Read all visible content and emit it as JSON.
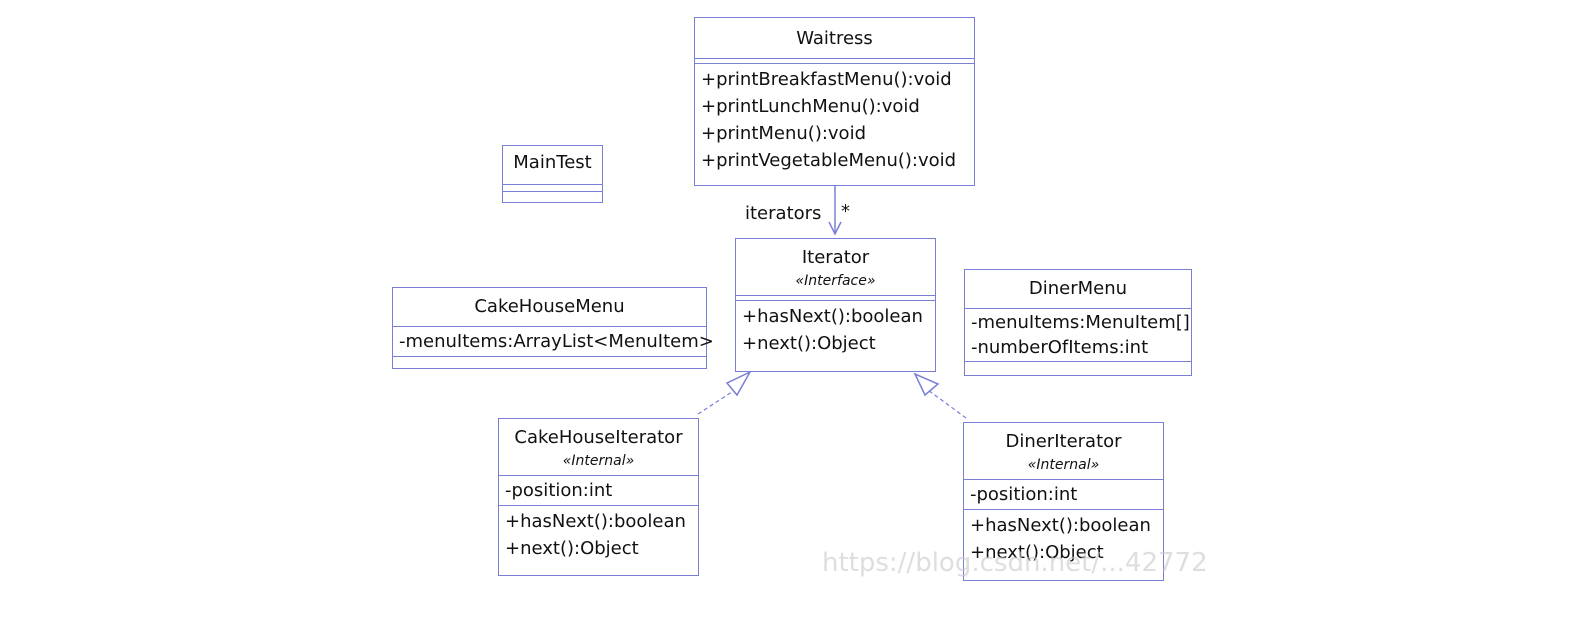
{
  "classes": {
    "waitress": {
      "name": "Waitress",
      "methods": [
        "+printBreakfastMenu():void",
        "+printLunchMenu():void",
        "+printMenu():void",
        "+printVegetableMenu():void"
      ]
    },
    "maintest": {
      "name": "MainTest"
    },
    "iterator": {
      "name": "Iterator",
      "stereotype": "«Interface»",
      "methods": [
        "+hasNext():boolean",
        "+next():Object"
      ]
    },
    "cakehousemenu": {
      "name": "CakeHouseMenu",
      "attributes": [
        "-menuItems:ArrayList<MenuItem>"
      ]
    },
    "dinermenu": {
      "name": "DinerMenu",
      "attributes": [
        "-menuItems:MenuItem[]",
        "-numberOfItems:int"
      ]
    },
    "cakehouseiterator": {
      "name": "CakeHouseIterator",
      "stereotype": "«Internal»",
      "attributes": [
        "-position:int"
      ],
      "methods": [
        "+hasNext():boolean",
        "+next():Object"
      ]
    },
    "dineriterator": {
      "name": "DinerIterator",
      "stereotype": "«Internal»",
      "attributes": [
        "-position:int"
      ],
      "methods": [
        "+hasNext():boolean",
        "+next():Object"
      ]
    }
  },
  "associations": {
    "role": "iterators",
    "multiplicity": "*"
  },
  "watermark": "https://blog.csdn.net/...42772",
  "colors": {
    "line": "#7a7fd6"
  }
}
